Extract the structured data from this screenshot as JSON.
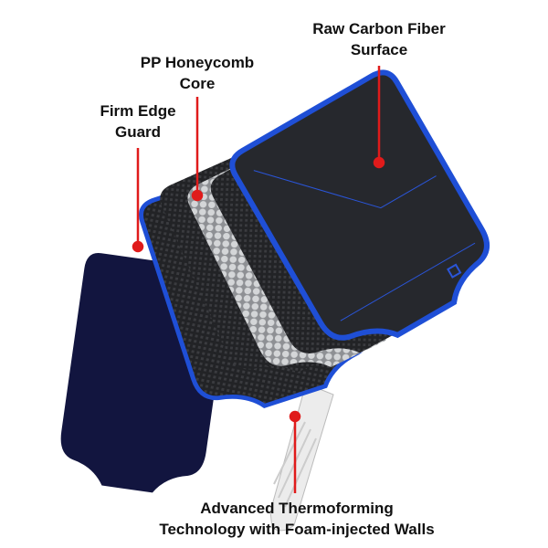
{
  "callouts": {
    "surface": {
      "line1": "Raw Carbon Fiber",
      "line2": "Surface"
    },
    "core": {
      "line1": "PP Honeycomb",
      "line2": "Core"
    },
    "edge": {
      "line1": "Firm Edge",
      "line2": "Guard"
    },
    "walls": {
      "line1": "Advanced Thermoforming",
      "line2": "Technology with Foam-injected Walls"
    }
  },
  "colors": {
    "callout_line": "#e01b1b",
    "edge_guard": "#1f4fd6",
    "back_layer": "#12153f",
    "carbon": "#1e1f22",
    "honeycomb": "#b9bbbe",
    "grip": "#eeeeee"
  }
}
